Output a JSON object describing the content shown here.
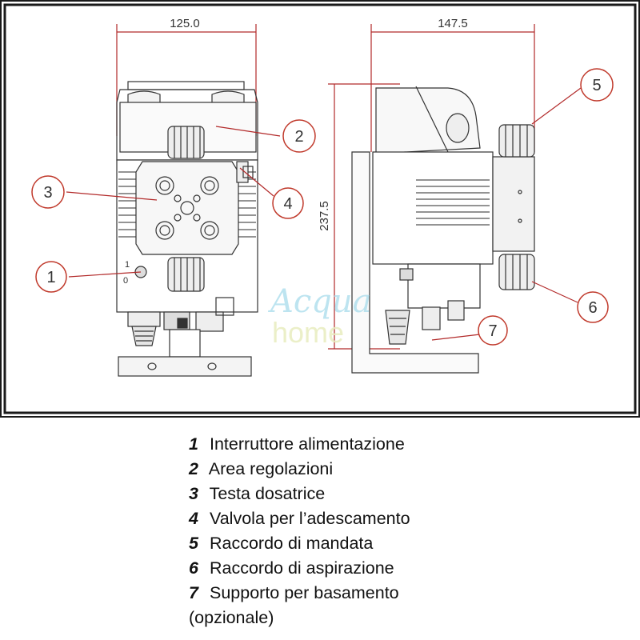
{
  "dimensions": {
    "width_front": "125.0",
    "width_side": "147.5",
    "height_side": "237.5"
  },
  "callouts": [
    "1",
    "2",
    "3",
    "4",
    "5",
    "6",
    "7"
  ],
  "switch_marks": {
    "on": "1",
    "off": "0"
  },
  "watermark": {
    "line1": "Acqua",
    "line2": "home"
  },
  "legend": [
    {
      "num": "1",
      "text": "Interruttore alimentazione"
    },
    {
      "num": "2",
      "text": "Area regolazioni"
    },
    {
      "num": "3",
      "text": "Testa dosatrice"
    },
    {
      "num": "4",
      "text": "Valvola per l’adescamento"
    },
    {
      "num": "5",
      "text": "Raccordo di mandata"
    },
    {
      "num": "6",
      "text": "Raccordo di aspirazione"
    },
    {
      "num": "7",
      "text": "Supporto per basamento"
    }
  ],
  "legend_continuation": "(opzionale)",
  "colors": {
    "border": "#1a1a1a",
    "leader": "#b22a2a",
    "callout_circle": "#c0392b",
    "watermark_blue": "#a8dcec",
    "watermark_green": "#e8edbf"
  }
}
